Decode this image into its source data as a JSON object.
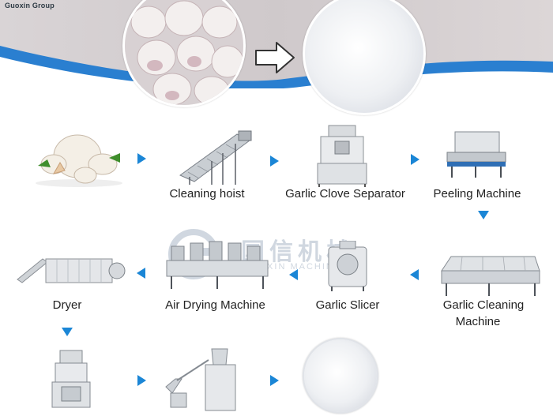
{
  "header": {
    "brand": "Guoxin Group"
  },
  "watermark": {
    "cn": "国信机械",
    "en": "GUOXIN MACHINERY"
  },
  "steps": {
    "cleaning_hoist": "Cleaning hoist",
    "clove_separator": "Garlic Clove Separator",
    "peeling": "Peeling Machine",
    "dryer": "Dryer",
    "air_drying": "Air Drying Machine",
    "slicer": "Garlic Slicer",
    "cleaning_1": "Garlic Cleaning",
    "cleaning_2": "Machine"
  },
  "colors": {
    "accent": "#1b86d6",
    "banner_blue": "#2a7fd0",
    "powder": "#f1f3f6"
  },
  "icons": [
    "arrow-right-icon",
    "chevron-right-icon",
    "chevron-left-icon",
    "chevron-down-icon"
  ]
}
